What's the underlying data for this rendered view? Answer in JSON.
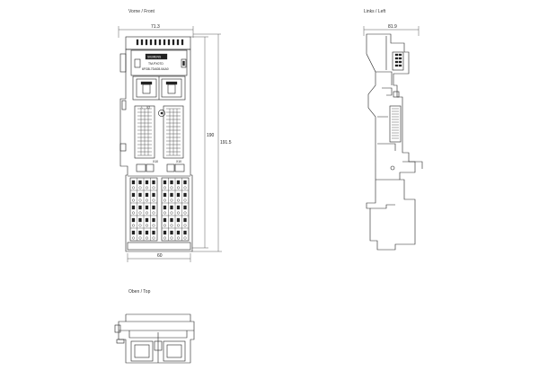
{
  "views": {
    "front": {
      "title": "Vorne / Front"
    },
    "left": {
      "title": "Links / Left"
    },
    "top": {
      "title": "Oben / Top"
    }
  },
  "dimensions": {
    "front_top_width": "71.3",
    "front_bottom_width": "60",
    "front_height_inner": "190",
    "front_height_outer": "191.5",
    "left_width": "81.9"
  },
  "module": {
    "brand": "SIEMENS",
    "line1": "TM-PX07D",
    "line2": "6FI38-7DA08-0AA0",
    "label_left": "X10",
    "label_right": "X10",
    "label_mid": "X2"
  }
}
